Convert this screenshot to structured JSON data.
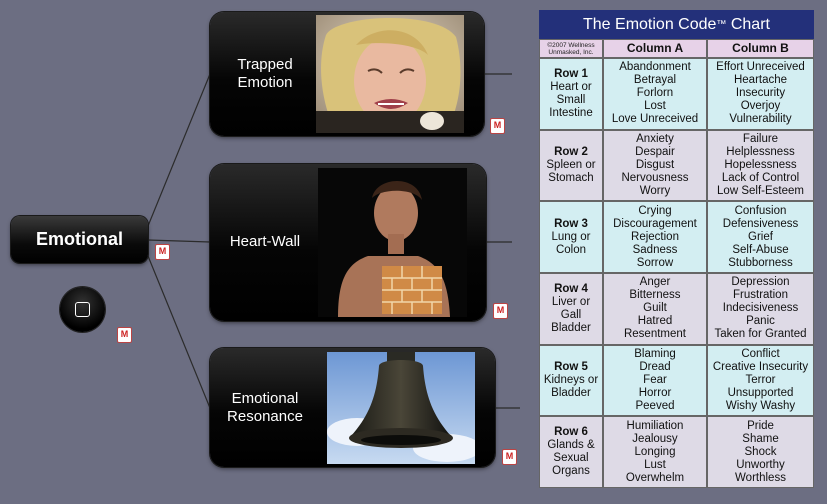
{
  "mindmap": {
    "root_label": "Emotional",
    "nodes": [
      {
        "label": "Trapped Emotion",
        "line1": "Trapped",
        "line2": "Emotion"
      },
      {
        "label": "Heart-Wall",
        "line1": "Heart-Wall",
        "line2": ""
      },
      {
        "label": "Emotional Resonance",
        "line1": "Emotional",
        "line2": "Resonance"
      }
    ],
    "note_icon_glyph": "M"
  },
  "chart": {
    "title": "The Emotion Code",
    "title_mark": "™",
    "title_suffix": " Chart",
    "copyright": "©2007 Wellness Unmasked, Inc.",
    "col_a": "Column A",
    "col_b": "Column B",
    "rows": [
      {
        "row": "Row 1",
        "organ": [
          "Heart or",
          "Small",
          "Intestine"
        ],
        "a": [
          "Abandonment",
          "Betrayal",
          "Forlorn",
          "Lost",
          "Love Unreceived"
        ],
        "b": [
          "Effort Unreceived",
          "Heartache",
          "Insecurity",
          "Overjoy",
          "Vulnerability"
        ]
      },
      {
        "row": "Row 2",
        "organ": [
          "Spleen or",
          "Stomach"
        ],
        "a": [
          "Anxiety",
          "Despair",
          "Disgust",
          "Nervousness",
          "Worry"
        ],
        "b": [
          "Failure",
          "Helplessness",
          "Hopelessness",
          "Lack of Control",
          "Low Self-Esteem"
        ]
      },
      {
        "row": "Row 3",
        "organ": [
          "Lung or",
          "Colon"
        ],
        "a": [
          "Crying",
          "Discouragement",
          "Rejection",
          "Sadness",
          "Sorrow"
        ],
        "b": [
          "Confusion",
          "Defensiveness",
          "Grief",
          "Self-Abuse",
          "Stubborness"
        ]
      },
      {
        "row": "Row 4",
        "organ": [
          "Liver or",
          "Gall",
          "Bladder"
        ],
        "a": [
          "Anger",
          "Bitterness",
          "Guilt",
          "Hatred",
          "Resentment"
        ],
        "b": [
          "Depression",
          "Frustration",
          "Indecisiveness",
          "Panic",
          "Taken for Granted"
        ]
      },
      {
        "row": "Row 5",
        "organ": [
          "Kidneys or",
          "Bladder"
        ],
        "a": [
          "Blaming",
          "Dread",
          "Fear",
          "Horror",
          "Peeved"
        ],
        "b": [
          "Conflict",
          "Creative Insecurity",
          "Terror",
          "Unsupported",
          "Wishy Washy"
        ]
      },
      {
        "row": "Row 6",
        "organ": [
          "Glands &",
          "Sexual",
          "Organs"
        ],
        "a": [
          "Humiliation",
          "Jealousy",
          "Longing",
          "Lust",
          "Overwhelm"
        ],
        "b": [
          "Pride",
          "Shame",
          "Shock",
          "Unworthy",
          "Worthless"
        ]
      }
    ]
  }
}
